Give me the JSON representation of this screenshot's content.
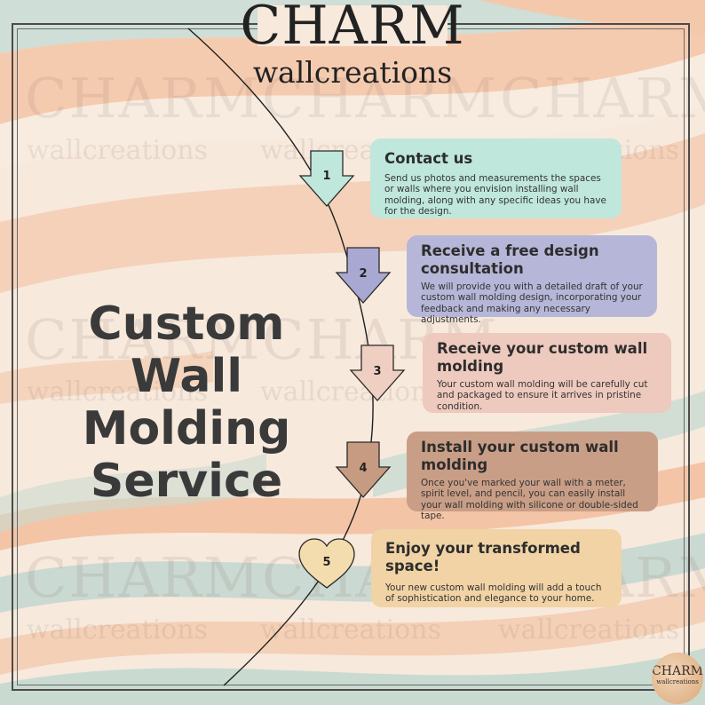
{
  "brand": {
    "name": "CHARM",
    "sub": "wallcreations"
  },
  "headline": {
    "line1": "Custom Wall",
    "line2": "Molding",
    "line3": "Service"
  },
  "steps": [
    {
      "number": "1",
      "title": "Contact us",
      "description": "Send us photos and measurements the spaces or walls where you envision installing wall molding, along with any specific ideas you have for the design.",
      "color": "#bfe7dc",
      "arrow_color": "#bfe7dc"
    },
    {
      "number": "2",
      "title": "Receive a free design consultation",
      "description": "We will provide you with a detailed draft of your custom wall molding design, incorporating your feedback and making any necessary adjustments.",
      "color": "#b6b6d8",
      "arrow_color": "#a9a8d2"
    },
    {
      "number": "3",
      "title": "Receive your custom wall molding",
      "description": "Your custom wall molding will be carefully cut and packaged to ensure it arrives in pristine condition.",
      "color": "#eec9bd",
      "arrow_color": "#f0cfc3"
    },
    {
      "number": "4",
      "title": "Install your custom wall molding",
      "description": "Once you've marked your wall with a meter, spirit level, and pencil, you can easily install your wall molding with silicone or double-sided tape.",
      "color": "#c99e86",
      "arrow_color": "#c79b82"
    },
    {
      "number": "5",
      "title": "Enjoy your transformed space!",
      "description": "Your new custom wall molding will add a touch of sophistication and elegance to your home.",
      "color": "#f1d3a6",
      "arrow_color": "#f3dcae"
    }
  ],
  "badge": {
    "name": "CHARM",
    "sub": "wallcreations"
  },
  "icons": {
    "step_markers": [
      "down-arrow-icon",
      "down-arrow-icon",
      "down-arrow-icon",
      "down-arrow-icon",
      "heart-icon"
    ]
  },
  "colors": {
    "text": "#3a3a3a",
    "frame": "#4b4b4b",
    "stripe_teal": "#c9dcd3",
    "stripe_peach": "#f3c7a7",
    "stripe_cream": "#f6e7d7"
  }
}
